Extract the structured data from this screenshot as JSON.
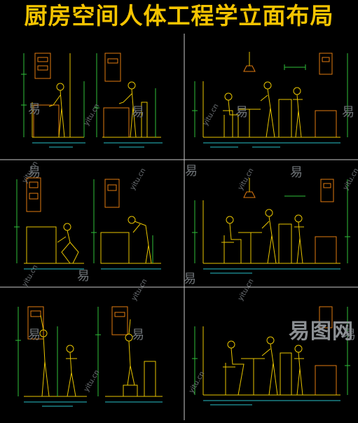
{
  "title": "厨房空间人体工程学立面布局",
  "watermark": {
    "glyph": "易",
    "url": "yitu.cn",
    "brand": "易图网"
  },
  "colors": {
    "background": "#000000",
    "title": "#f5c400",
    "line_yellow": "#e8c400",
    "line_orange": "#e07a10",
    "line_green": "#2fbf3a",
    "line_cyan": "#28c0c8",
    "divider": "#c8c8c8",
    "watermark": "#6f7478"
  },
  "panels": [
    {
      "name": "standing-sink-elevation"
    },
    {
      "name": "dining-island-elevation"
    },
    {
      "name": "kneeling-cabinet-elevation"
    },
    {
      "name": "seated-dining-elevation"
    },
    {
      "name": "reaching-upper-cabinet-elevation"
    },
    {
      "name": "bar-stool-elevation"
    }
  ]
}
